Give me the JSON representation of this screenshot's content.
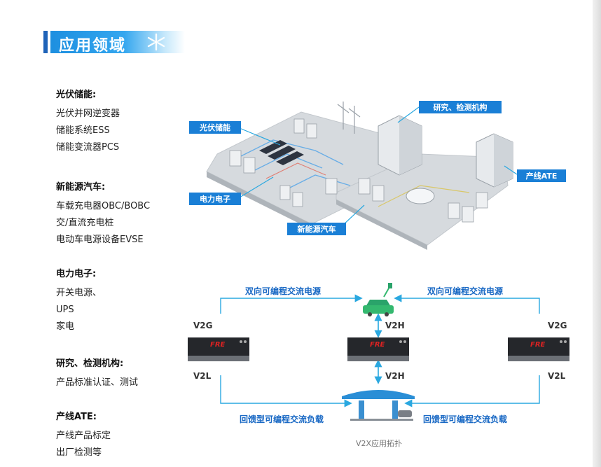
{
  "header": {
    "title": "应用领域",
    "icon": "snowflake-star-icon"
  },
  "sections": [
    {
      "title": "光伏储能:",
      "items": [
        "光伏并网逆变器",
        "储能系统ESS",
        "储能变流器PCS"
      ]
    },
    {
      "title": "新能源汽车:",
      "items": [
        "车载充电器OBC/BOBC",
        "交/直流充电桩",
        "电动车电源设备EVSE"
      ]
    },
    {
      "title": "电力电子:",
      "items": [
        "开关电源、",
        "UPS",
        "家电"
      ]
    },
    {
      "title": "研究、检测机构:",
      "items": [
        "产品标准认证、测试"
      ]
    },
    {
      "title": "产线ATE:",
      "items": [
        "产线产品标定",
        "出厂检测等"
      ]
    }
  ],
  "illustration": {
    "callouts": [
      "光伏储能",
      "研究、检测机构",
      "产线ATE",
      "电力电子",
      "新能源汽车"
    ]
  },
  "topology": {
    "top_left_label": "双向可编程交流电源",
    "top_right_label": "双向可编程交流电源",
    "bottom_left_label": "回馈型可编程交流负载",
    "bottom_right_label": "回馈型可编程交流负载",
    "v2g_left": "V2G",
    "v2g_right": "V2G",
    "v2h_top": "V2H",
    "v2h_bottom": "V2H",
    "v2l_left": "V2L",
    "v2l_right": "V2L",
    "device_brand": "FRE",
    "caption": "V2X应用拓扑"
  },
  "colors": {
    "brand_blue": "#1f63b8",
    "accent_cyan": "#2aa8e0",
    "label_blue": "#1868c4",
    "device_red": "#d22"
  }
}
